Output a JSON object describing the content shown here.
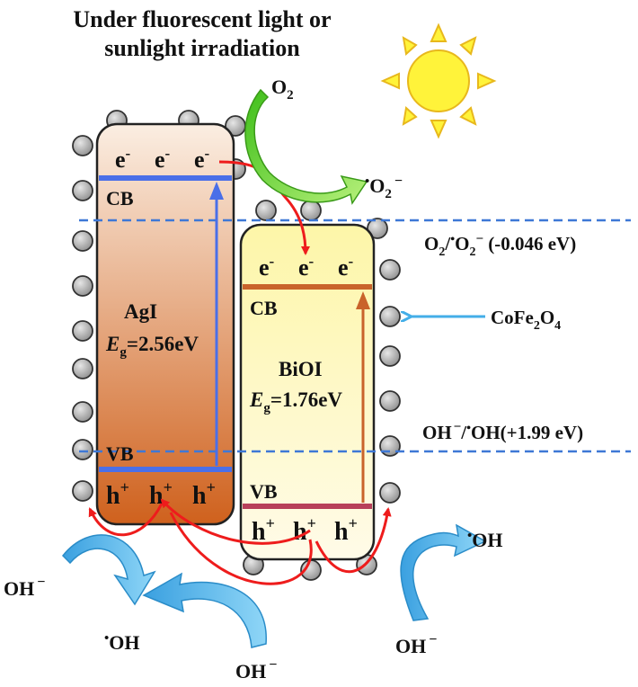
{
  "title_line1": "Under fluorescent light or",
  "title_line2": "sunlight irradiation",
  "o2": "O",
  "o2_sub": "2",
  "superoxide": "O",
  "superoxide_sub": "2",
  "superoxide_sup": "−",
  "radical_dot": "•",
  "electron": "e",
  "electron_sup": "-",
  "hole": "h",
  "hole_sup": "+",
  "agi": {
    "cb_label": "CB",
    "vb_label": "VB",
    "name": "AgI",
    "eg_italic": "E",
    "eg_sub": "g",
    "eg_value": "=2.56eV"
  },
  "bioi": {
    "cb_label": "CB",
    "vb_label": "VB",
    "name": "BiOI",
    "eg_italic": "E",
    "eg_sub": "g",
    "eg_value": "=1.76eV"
  },
  "level_top": {
    "a": "O",
    "a_sub": "2",
    "b": "/",
    "c": "O",
    "c_sub": "2",
    "c_sup": "−",
    "value": " (-0.046 eV)"
  },
  "level_bottom": {
    "a": "OH",
    "a_sup": "−",
    "b": "/",
    "c": "OH(+1.99 eV)"
  },
  "cofe": {
    "main": "CoFe",
    "sub1": "2",
    "mid": "O",
    "sub2": "4"
  },
  "hydroxide": "OH",
  "hydroxide_sup": "−",
  "hydroxyl": "OH",
  "colors": {
    "agi_top": "#fbeee2",
    "agi_bottom": "#cf611d",
    "bioi_top": "#fdf6a8",
    "bioi_bottom": "#fffbe8",
    "cb_agi": "#4a6fe8",
    "cb_bioi": "#c9632b",
    "vb_bioi": "#b8405a",
    "dashed": "#3e78d6",
    "red_arrow": "#ee1c1c",
    "green_arrow": "#5cd72a",
    "blue_arrow": "#43aee8",
    "sun": "#fff33a",
    "sun_stroke": "#e8b81c",
    "particle": "#a8a8a8"
  }
}
